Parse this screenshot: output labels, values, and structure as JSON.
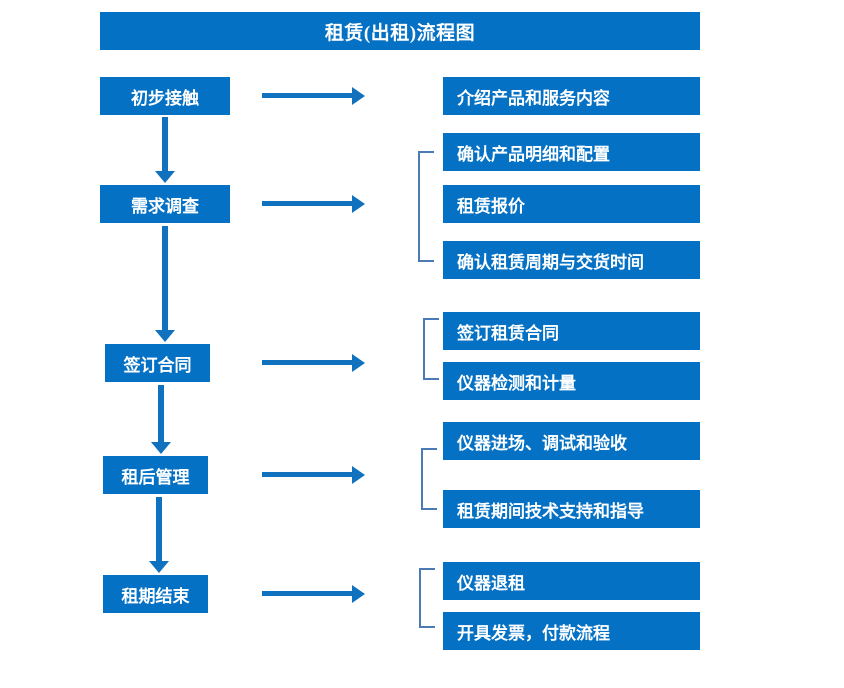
{
  "diagram": {
    "title": "租赁(出租)流程图",
    "colors": {
      "box_blue": "#0571C4",
      "arrow_blue": "#1071BE",
      "bracket_blue": "#4A7BB5",
      "text_white": "#FFFFFF",
      "background": "#FFFFFF"
    },
    "stages": [
      {
        "id": "stage-1",
        "label": "初步接触",
        "details": [
          "介绍产品和服务内容"
        ],
        "bracketed": false
      },
      {
        "id": "stage-2",
        "label": "需求调查",
        "details": [
          "确认产品明细和配置",
          "租赁报价",
          "确认租赁周期与交货时间"
        ],
        "bracketed": true
      },
      {
        "id": "stage-3",
        "label": "签订合同",
        "details": [
          "签订租赁合同",
          "仪器检测和计量"
        ],
        "bracketed": true
      },
      {
        "id": "stage-4",
        "label": "租后管理",
        "details": [
          "仪器进场、调试和验收",
          "租赁期间技术支持和指导"
        ],
        "bracketed": true
      },
      {
        "id": "stage-5",
        "label": "租期结束",
        "details": [
          "仪器退租",
          "开具发票，付款流程"
        ],
        "bracketed": true
      }
    ],
    "flow_connectors": [
      "初步接触 → 需求调查",
      "需求调查 → 签订合同",
      "签订合同 → 租后管理",
      "租后管理 → 租期结束"
    ]
  }
}
